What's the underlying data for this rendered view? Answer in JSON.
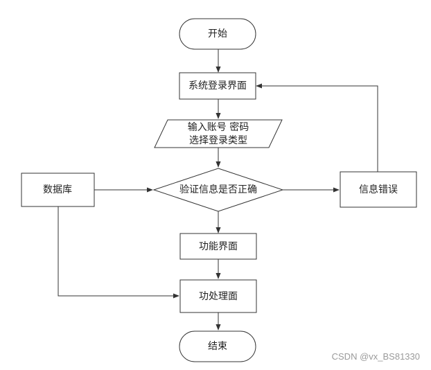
{
  "nodes": {
    "start": "开始",
    "login": "系统登录界面",
    "input_line1": "输入账号 密码",
    "input_line2": "选择登录类型",
    "verify": "验证信息是否正确",
    "error": "信息错误",
    "database": "数据库",
    "function_ui": "功能界面",
    "function_process": "功处理面",
    "end": "结束"
  },
  "watermark": "CSDN @vx_BS81330"
}
